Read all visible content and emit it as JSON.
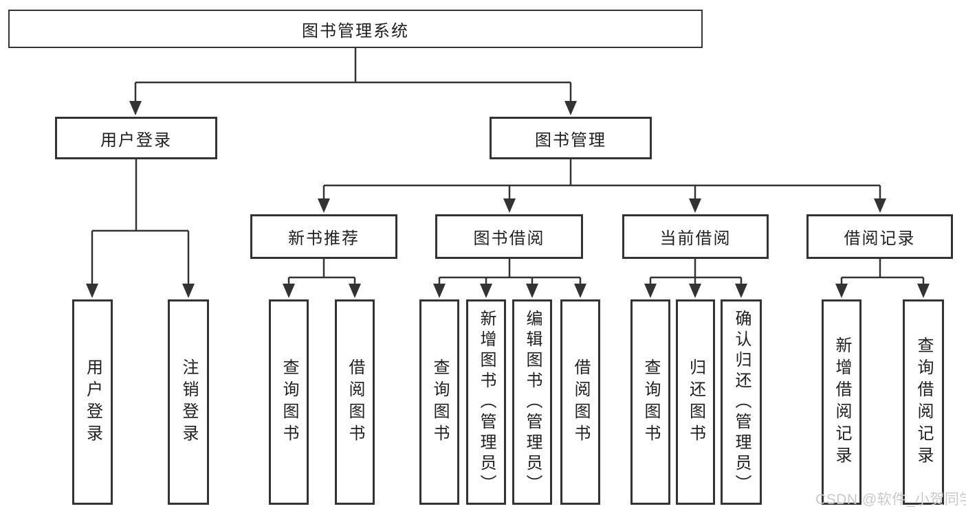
{
  "diagram": {
    "root": {
      "label": "图书管理系统"
    },
    "level2": [
      {
        "label": "用户登录"
      },
      {
        "label": "图书管理"
      }
    ],
    "level3": [
      {
        "label": "新书推荐"
      },
      {
        "label": "图书借阅"
      },
      {
        "label": "当前借阅"
      },
      {
        "label": "借阅记录"
      }
    ],
    "leaves": {
      "user_login": [
        {
          "label": "用户登录"
        },
        {
          "label": "注销登录"
        }
      ],
      "new_book_recommendation": [
        {
          "label": "查询图书"
        },
        {
          "label": "借阅图书"
        }
      ],
      "book_borrowing": [
        {
          "label": "查询图书"
        },
        {
          "label": "新增图书（管理员）"
        },
        {
          "label": "编辑图书（管理员）"
        },
        {
          "label": "借阅图书"
        }
      ],
      "current_borrowing": [
        {
          "label": "查询图书"
        },
        {
          "label": "归还图书"
        },
        {
          "label": "确认归还（管理员）"
        }
      ],
      "borrowing_records": [
        {
          "label": "新增借阅记录"
        },
        {
          "label": "查询借阅记录"
        }
      ]
    }
  },
  "watermark": {
    "text": "CSDN @软件_小贺同学"
  },
  "colors": {
    "line": "#333333",
    "text": "#1f1f1f",
    "watermark": "#c9c9c9",
    "background": "#ffffff"
  }
}
